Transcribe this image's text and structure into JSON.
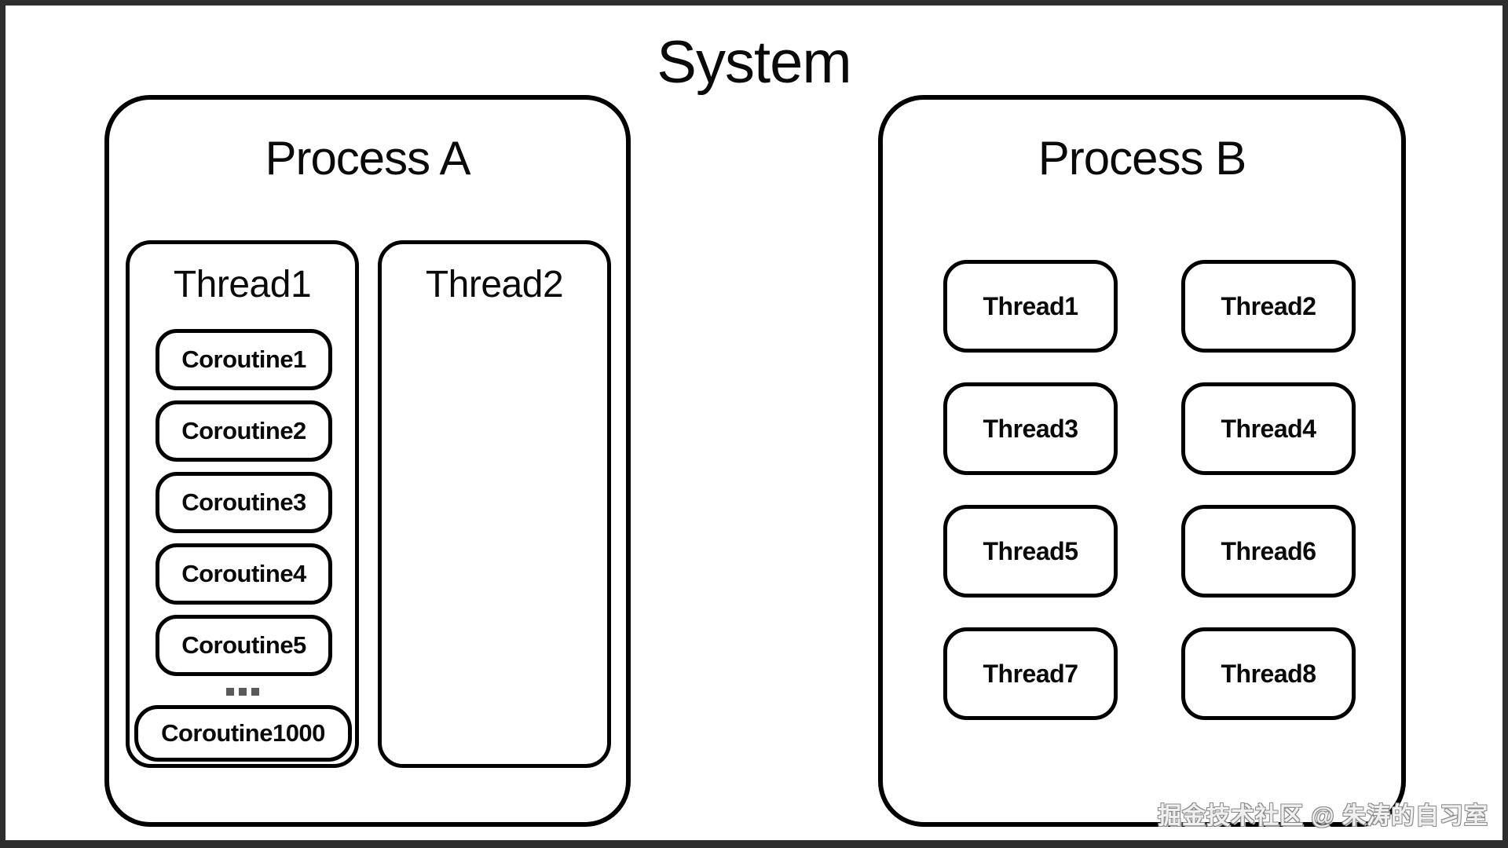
{
  "title": "System",
  "process_a": {
    "label": "Process A",
    "threads": [
      {
        "label": "Thread1",
        "coroutines": [
          "Coroutine1",
          "Coroutine2",
          "Coroutine3",
          "Coroutine4",
          "Coroutine5"
        ],
        "ellipsis": "…",
        "last_coroutine": "Coroutine1000"
      },
      {
        "label": "Thread2",
        "coroutines": []
      }
    ]
  },
  "process_b": {
    "label": "Process B",
    "threads": [
      "Thread1",
      "Thread2",
      "Thread3",
      "Thread4",
      "Thread5",
      "Thread6",
      "Thread7",
      "Thread8"
    ]
  },
  "watermark": "掘金技术社区 @ 朱涛的自习室",
  "colors": {
    "frame": "#2e2e2e",
    "canvas": "#ffffff",
    "line": "#000000",
    "text": "#0a0a0a",
    "ellipsis_dots": "#5a5a5a",
    "watermark_gray": "#8a8a8a"
  }
}
